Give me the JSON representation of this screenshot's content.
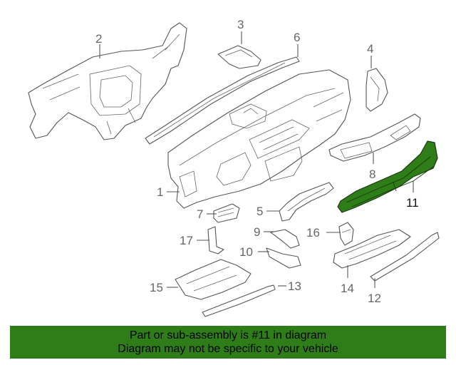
{
  "callouts": {
    "c1": "1",
    "c2": "2",
    "c3": "3",
    "c4": "4",
    "c5": "5",
    "c6": "6",
    "c7": "7",
    "c8": "8",
    "c9": "9",
    "c10": "10",
    "c11": "11",
    "c12": "12",
    "c13": "13",
    "c14": "14",
    "c15": "15",
    "c16": "16",
    "c17": "17"
  },
  "highlighted_part": "11",
  "colors": {
    "highlight": "#2e7d18",
    "line": "#555555",
    "banner": "#2e7d18"
  },
  "banner": {
    "line1": "Part or sub-assembly is #11 in diagram",
    "line2": "Diagram may not be specific to your vehicle"
  }
}
